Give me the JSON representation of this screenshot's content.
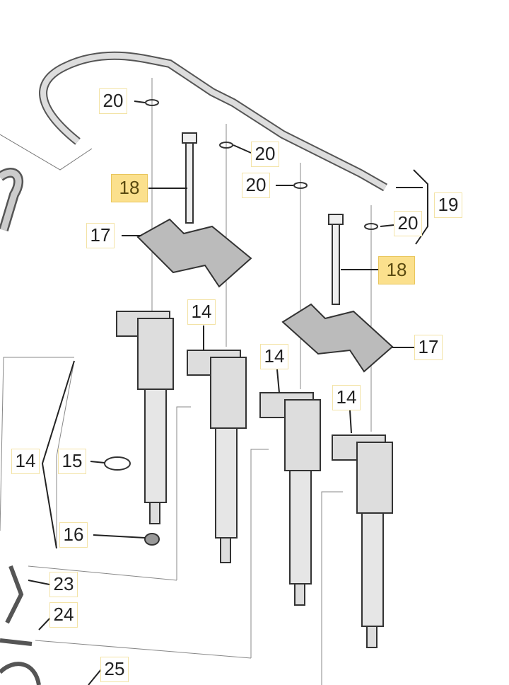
{
  "diagram": {
    "highlight_color": "#fbe08d",
    "callouts": [
      {
        "id": "20a",
        "text": "20",
        "highlighted": false
      },
      {
        "id": "20b",
        "text": "20",
        "highlighted": false
      },
      {
        "id": "20c",
        "text": "20",
        "highlighted": false
      },
      {
        "id": "20d",
        "text": "20",
        "highlighted": false
      },
      {
        "id": "19",
        "text": "19",
        "highlighted": false
      },
      {
        "id": "18a",
        "text": "18",
        "highlighted": true
      },
      {
        "id": "18b",
        "text": "18",
        "highlighted": true
      },
      {
        "id": "17a",
        "text": "17",
        "highlighted": false
      },
      {
        "id": "17b",
        "text": "17",
        "highlighted": false
      },
      {
        "id": "14a",
        "text": "14",
        "highlighted": false
      },
      {
        "id": "14b",
        "text": "14",
        "highlighted": false
      },
      {
        "id": "14c",
        "text": "14",
        "highlighted": false
      },
      {
        "id": "14d",
        "text": "14",
        "highlighted": false
      },
      {
        "id": "15",
        "text": "15",
        "highlighted": false
      },
      {
        "id": "16",
        "text": "16",
        "highlighted": false
      },
      {
        "id": "23",
        "text": "23",
        "highlighted": false
      },
      {
        "id": "24",
        "text": "24",
        "highlighted": false
      },
      {
        "id": "25",
        "text": "25",
        "highlighted": false
      }
    ]
  }
}
